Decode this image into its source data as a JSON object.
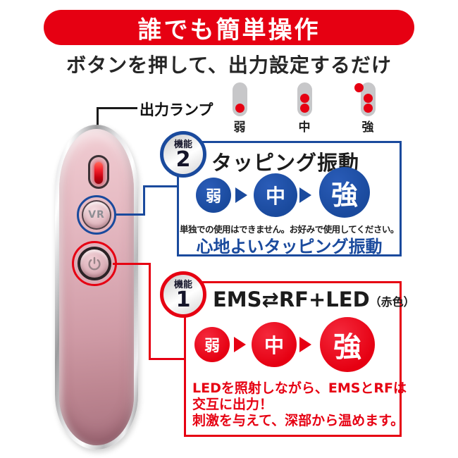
{
  "banner": {
    "title": "誰でも簡単操作",
    "bg_color": "#e60012",
    "text_color": "#ffffff"
  },
  "subtitle": {
    "text": "ボタンを押して、出力設定するだけ"
  },
  "output_lamp": {
    "label": "出力ランプ",
    "levels": [
      {
        "label": "弱",
        "dots": 1
      },
      {
        "label": "中",
        "dots": 2
      },
      {
        "label": "強",
        "dots": 3
      }
    ],
    "capsule_color": "#c7c7c9",
    "dot_color": "#e60012"
  },
  "device": {
    "vr_button_label": "VR"
  },
  "function2": {
    "badge_word": "機能",
    "badge_number": "2",
    "title": "タッピング振動",
    "levels": [
      "弱",
      "中",
      "強"
    ],
    "note": "単独での使用はできません。お好みで使用してください。",
    "highlight": "心地よいタッピング振動",
    "accent_color": "#1a4a9d"
  },
  "function1": {
    "badge_word": "機能",
    "badge_number": "1",
    "title_main": "EMS⇄RF+LED",
    "title_suffix": "（赤色）",
    "levels": [
      "弱",
      "中",
      "強"
    ],
    "description_lines": [
      "LEDを照射しながら、EMSとRFは",
      "交互に出力！",
      "刺激を与えて、深部から温めます。"
    ],
    "accent_color": "#e60012"
  }
}
